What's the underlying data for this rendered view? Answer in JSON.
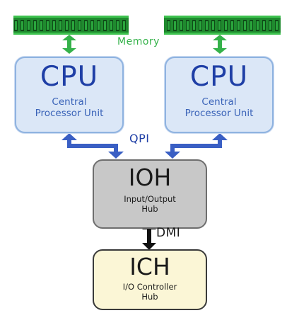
{
  "labels": {
    "memory": "Memory",
    "qpi": "QPI",
    "dmi": "DMI"
  },
  "cpu_left": {
    "title": "CPU",
    "subtitle_line1": "Central",
    "subtitle_line2": "Processor Unit"
  },
  "cpu_right": {
    "title": "CPU",
    "subtitle_line1": "Central",
    "subtitle_line2": "Processor Unit"
  },
  "ioh": {
    "title": "IOH",
    "subtitle_line1": "Input/Output",
    "subtitle_line2": "Hub"
  },
  "ich": {
    "title": "ICH",
    "subtitle_line1": "I/O Controller",
    "subtitle_line2": "Hub"
  },
  "colors": {
    "memory_green": "#1f8a2e",
    "memory_arrow": "#35b24a",
    "qpi_blue": "#3a5fc4",
    "dmi_black": "#111111"
  },
  "icons": [
    "memory-module-icon",
    "double-arrow-icon"
  ]
}
